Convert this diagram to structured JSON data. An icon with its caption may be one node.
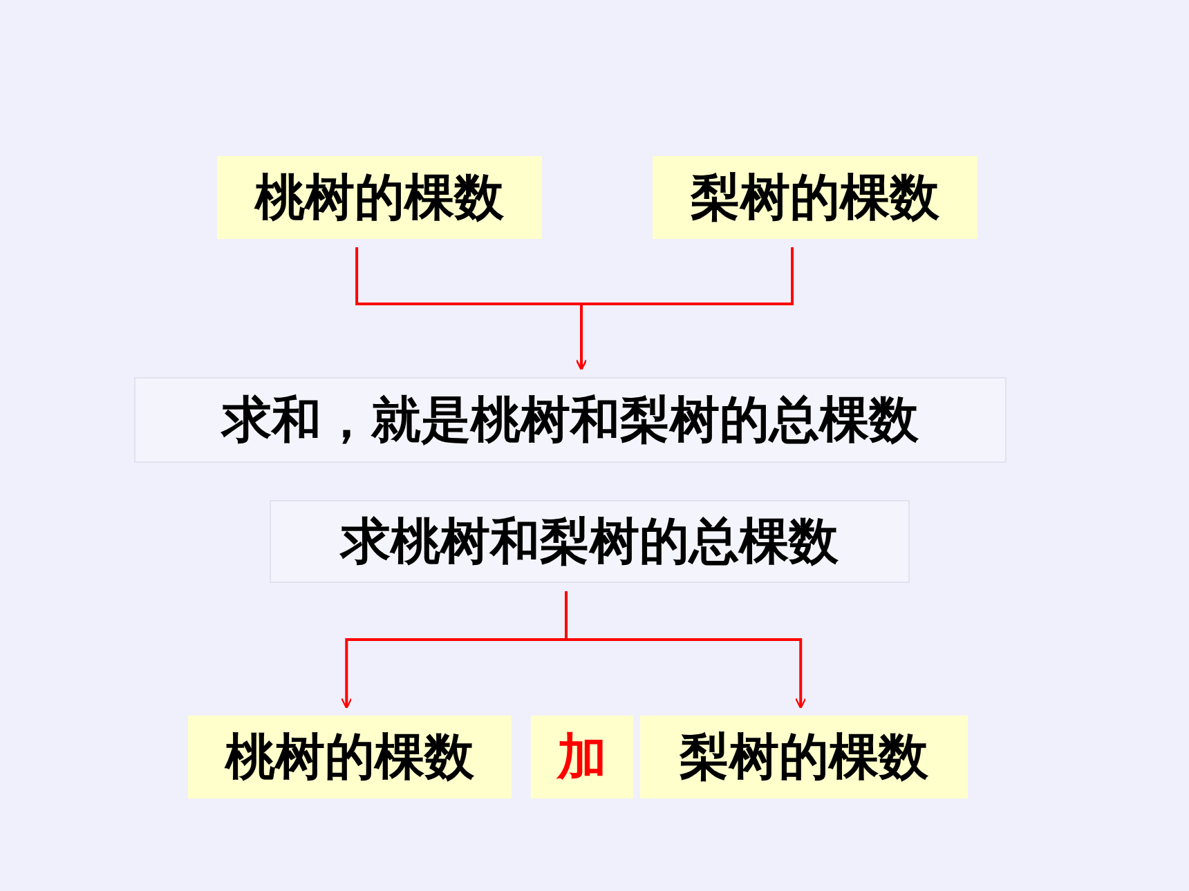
{
  "diagram": {
    "nodes": [
      {
        "text": [
          "桃树的棵数"
        ]
      },
      {
        "text": [
          "梨树的棵数"
        ]
      },
      {
        "text": [
          "求和，就是桃树和梨树的总棵数"
        ]
      },
      {
        "text": [
          "求桃树和梨树的总棵数"
        ]
      },
      {
        "text": [
          "桃树的棵数"
        ]
      },
      {
        "text": [
          "加"
        ]
      },
      {
        "text": [
          "梨树的棵数"
        ]
      }
    ],
    "edges": [
      {
        "from": 0,
        "to": 2,
        "arrow": "to"
      },
      {
        "from": 1,
        "to": 2,
        "arrow": "to"
      },
      {
        "from": 3,
        "to": 4,
        "arrow": "to"
      },
      {
        "from": 3,
        "to": 6,
        "arrow": "to"
      }
    ]
  }
}
